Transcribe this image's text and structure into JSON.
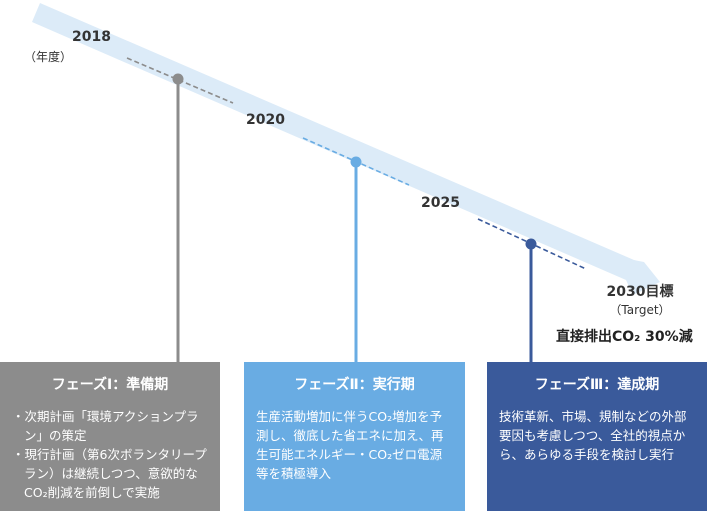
{
  "unit_label": "（年度）",
  "milestones": [
    {
      "year": "2018"
    },
    {
      "year": "2020"
    },
    {
      "year": "2025"
    }
  ],
  "target": {
    "title": "2030目標",
    "subtitle": "（Target）"
  },
  "goal": "直接排出CO₂ 30%減",
  "phases": [
    {
      "title": "フェーズⅠ：準備期",
      "color": "#8c8c8c",
      "bullets": [
        "次期計画「環境アクションプラン」の策定",
        "現行計画（第6次ボランタリープラン）は継続しつつ、意欲的なCO₂削減を前倒しで実施"
      ]
    },
    {
      "title": "フェーズⅡ：実行期",
      "color": "#69ace3",
      "body": "生産活動増加に伴うCO₂増加を予測し、徹底した省エネに加え、再生可能エネルギー・CO₂ゼロ電源等を積極導入"
    },
    {
      "title": "フェーズⅢ：達成期",
      "color": "#3a5a9b",
      "body": "技術革新、市場、規制などの外部要因も考慮しつつ、全社的視点から、あらゆる手段を検討し実行"
    }
  ],
  "colors": {
    "arrow": "#dcebf8",
    "gray": "#8c8c8c",
    "light_blue": "#69ace3",
    "dark_blue": "#3a5a9b"
  }
}
